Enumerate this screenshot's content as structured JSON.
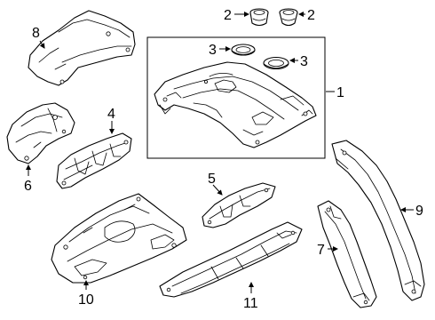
{
  "callouts": {
    "c1": "1",
    "c2a": "2",
    "c2b": "2",
    "c3a": "3",
    "c3b": "3",
    "c4": "4",
    "c5": "5",
    "c6": "6",
    "c7": "7",
    "c8": "8",
    "c9": "9",
    "c10": "10",
    "c11": "11"
  }
}
